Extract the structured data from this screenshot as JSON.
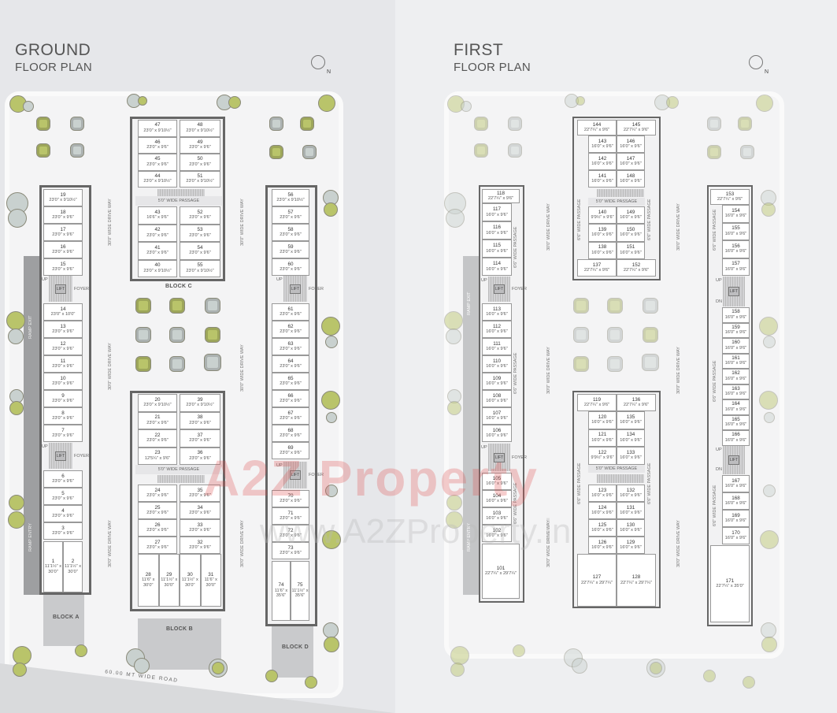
{
  "ground": {
    "title": "GROUND",
    "subtitle": "FLOOR PLAN",
    "north": "N",
    "blocks": {
      "a": "BLOCK A",
      "b": "BLOCK B",
      "c": "BLOCK C",
      "d": "BLOCK D"
    },
    "road": "60.00 MT WIDE ROAD",
    "units": {
      "19": "23'0\" x 9'10½\"",
      "18": "23'0\" x 9'6\"",
      "17": "23'0\" x 9'6\"",
      "16": "23'0\" x 9'6\"",
      "15": "23'0\" x 9'6\"",
      "14": "23'0\" x 10'0\"",
      "13": "23'0\" x 9'6\"",
      "12": "23'0\" x 9'6\"",
      "11": "23'0\" x 9'6\"",
      "10": "23'0\" x 9'6\"",
      "9": "23'0\" x 9'6\"",
      "8": "23'0\" x 9'6\"",
      "7": "23'0\" x 9'6\"",
      "6": "23'0\" x 9'6\"",
      "5": "23'0\" x 9'6\"",
      "4": "23'0\" x 9'6\"",
      "3": "23'0\" x 9'6\"",
      "1": "11'1½\" x 30'0\"",
      "2": "11'1½\" x 30'0\"",
      "47": "23'0\" x 9'10½\"",
      "48": "23'0\" x 9'10½\"",
      "46": "23'0\" x 9'6\"",
      "49": "23'0\" x 9'6\"",
      "45": "23'0\" x 9'6\"",
      "50": "23'0\" x 9'6\"",
      "44": "23'0\" x 9'10½\"",
      "51": "23'0\" x 9'10½\"",
      "43": "16'6\" x 9'6\"",
      "52": "23'0\" x 9'6\"",
      "42": "23'0\" x 9'6\"",
      "53": "23'0\" x 9'6\"",
      "41": "23'0\" x 9'6\"",
      "54": "23'0\" x 9'6\"",
      "40": "23'0\" x 9'10½\"",
      "55": "23'0\" x 9'10½\"",
      "20": "23'0\" x 9'10½\"",
      "39": "23'0\" x 9'10½\"",
      "21": "23'0\" x 9'6\"",
      "38": "23'0\" x 9'6\"",
      "22": "23'0\" x 9'6\"",
      "37": "23'0\" x 9'6\"",
      "23": "12'5¼\" x 9'6\"",
      "36": "23'0\" x 9'6\"",
      "24": "23'0\" x 9'6\"",
      "35": "23'0\" x 9'6\"",
      "25": "23'0\" x 9'6\"",
      "34": "23'0\" x 9'6\"",
      "26": "23'0\" x 9'6\"",
      "33": "23'0\" x 9'6\"",
      "27": "23'0\" x 9'6\"",
      "32": "23'0\" x 9'6\"",
      "28": "11'6\" x 30'0\"",
      "29": "11'1½\" x 30'0\"",
      "30": "11'1½\" x 30'0\"",
      "31": "11'6\" x 30'0\"",
      "56": "23'0\" x 9'10½\"",
      "57": "23'0\" x 9'6\"",
      "58": "23'0\" x 9'6\"",
      "59": "23'0\" x 9'6\"",
      "60": "23'0\" x 9'6\"",
      "61": "23'0\" x 9'6\"",
      "62": "23'0\" x 9'6\"",
      "63": "23'0\" x 9'6\"",
      "64": "23'0\" x 9'6\"",
      "65": "23'0\" x 9'6\"",
      "66": "23'0\" x 9'6\"",
      "67": "23'0\" x 9'6\"",
      "68": "23'0\" x 9'6\"",
      "69": "23'0\" x 9'6\"",
      "70": "23'0\" x 9'6\"",
      "71": "23'0\" x 9'6\"",
      "72": "23'0\" x 9'6\"",
      "73": "23'0\" x 9'6\"",
      "74": "11'6\" x 35'6\"",
      "75": "11'1½\" x 35'6\""
    }
  },
  "first": {
    "title": "FIRST",
    "subtitle": "FLOOR PLAN",
    "north": "N",
    "units": {
      "118": "22'7¼\" x 9'6\"",
      "117": "16'0\" x 9'6\"",
      "116": "16'0\" x 9'6\"",
      "115": "16'0\" x 9'6\"",
      "114": "16'0\" x 9'6\"",
      "113": "16'0\" x 9'6\"",
      "112": "16'0\" x 9'6\"",
      "111": "16'0\" x 9'6\"",
      "110": "16'0\" x 9'6\"",
      "109": "16'0\" x 9'6\"",
      "108": "16'0\" x 9'6\"",
      "107": "16'0\" x 9'6\"",
      "106": "16'0\" x 9'6\"",
      "105": "16'0\" x 9'6\"",
      "104": "16'0\" x 9'6\"",
      "103": "16'0\" x 9'6\"",
      "102": "16'0\" x 9'6\"",
      "101": "22'7¼\" x 29'7¼\"",
      "144": "22'7¼\" x 9'6\"",
      "145": "22'7¼\" x 9'6\"",
      "143": "16'0\" x 9'6\"",
      "146": "16'0\" x 9'6\"",
      "142": "16'0\" x 9'6\"",
      "147": "16'0\" x 9'6\"",
      "141": "16'0\" x 9'6\"",
      "148": "16'0\" x 9'6\"",
      "140": "9'9½\" x 9'6\"",
      "149": "16'0\" x 9'6\"",
      "139": "16'0\" x 9'6\"",
      "150": "16'0\" x 9'6\"",
      "138": "16'0\" x 9'6\"",
      "151": "16'0\" x 9'6\"",
      "137": "22'7¼\" x 9'6\"",
      "152": "22'7¼\" x 9'6\"",
      "119": "22'7¼\" x 9'6\"",
      "136": "22'7¼\" x 9'6\"",
      "120": "16'0\" x 9'6\"",
      "135": "16'0\" x 9'6\"",
      "121": "16'0\" x 9'6\"",
      "134": "16'0\" x 9'6\"",
      "122": "9'9½\" x 9'6\"",
      "133": "16'0\" x 9'6\"",
      "123": "16'0\" x 9'6\"",
      "132": "16'0\" x 9'6\"",
      "124": "16'0\" x 9'6\"",
      "131": "16'0\" x 9'6\"",
      "125": "16'0\" x 9'6\"",
      "130": "16'0\" x 9'6\"",
      "126": "16'0\" x 9'6\"",
      "129": "16'0\" x 9'6\"",
      "127": "22'7¼\" x 29'7¼\"",
      "128": "22'7¼\" x 29'7¼\"",
      "153": "22'7¼\" x 9'6\"",
      "154": "16'0\" x 9'6\"",
      "155": "16'0\" x 9'6\"",
      "156": "16'0\" x 9'6\"",
      "157": "16'0\" x 9'6\"",
      "158": "16'0\" x 9'6\"",
      "159": "16'0\" x 9'6\"",
      "160": "16'0\" x 9'6\"",
      "161": "16'0\" x 9'6\"",
      "162": "16'0\" x 9'6\"",
      "163": "16'0\" x 9'6\"",
      "164": "16'0\" x 9'6\"",
      "165": "16'0\" x 9'6\"",
      "166": "16'0\" x 9'6\"",
      "167": "16'0\" x 9'6\"",
      "168": "16'0\" x 9'6\"",
      "169": "16'0\" x 9'6\"",
      "170": "16'0\" x 9'6\"",
      "171": "22'7¼\" x 35'0\""
    }
  },
  "labels": {
    "driveway": "30'0\" WIDE DRIVE WAY",
    "passage5": "5'0\" WIDE PASSAGE",
    "passage66": "6'6\" WIDE PASSAGE",
    "ramp_exit": "RAMP EXIT",
    "ramp_entry": "RAMP ENTRY",
    "lift": "LIFT",
    "foyer": "FOYER",
    "up": "UP",
    "dn": "DN"
  },
  "watermark": {
    "logo": "A2Z Property",
    "url": "www.A2ZProperty.in"
  },
  "colors": {
    "tree_green": "#b9c46a",
    "tree_grey": "#c9d1cf",
    "wall": "#666666",
    "site": "#f4f4f5"
  }
}
